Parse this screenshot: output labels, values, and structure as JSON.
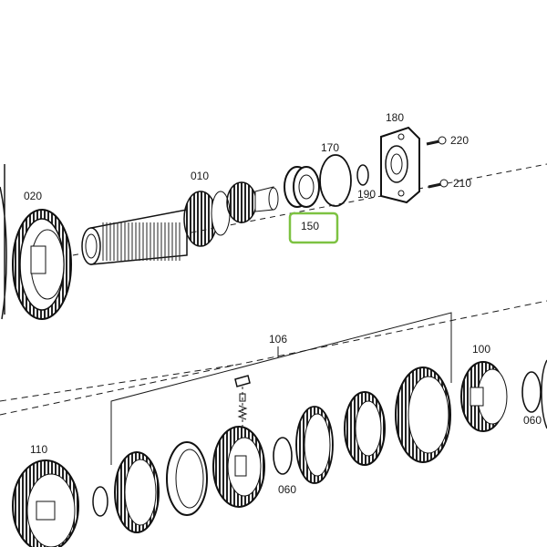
{
  "diagram": {
    "callouts": {
      "p010": "010",
      "p020": "020",
      "p060": "060",
      "p100": "100",
      "p106": "106",
      "p110": "110",
      "p150": "150",
      "p170": "170",
      "p180": "180",
      "p190": "190",
      "p210": "210",
      "p220": "220"
    },
    "highlight_color": "#7dc242",
    "line_color": "#1a1a1a"
  }
}
